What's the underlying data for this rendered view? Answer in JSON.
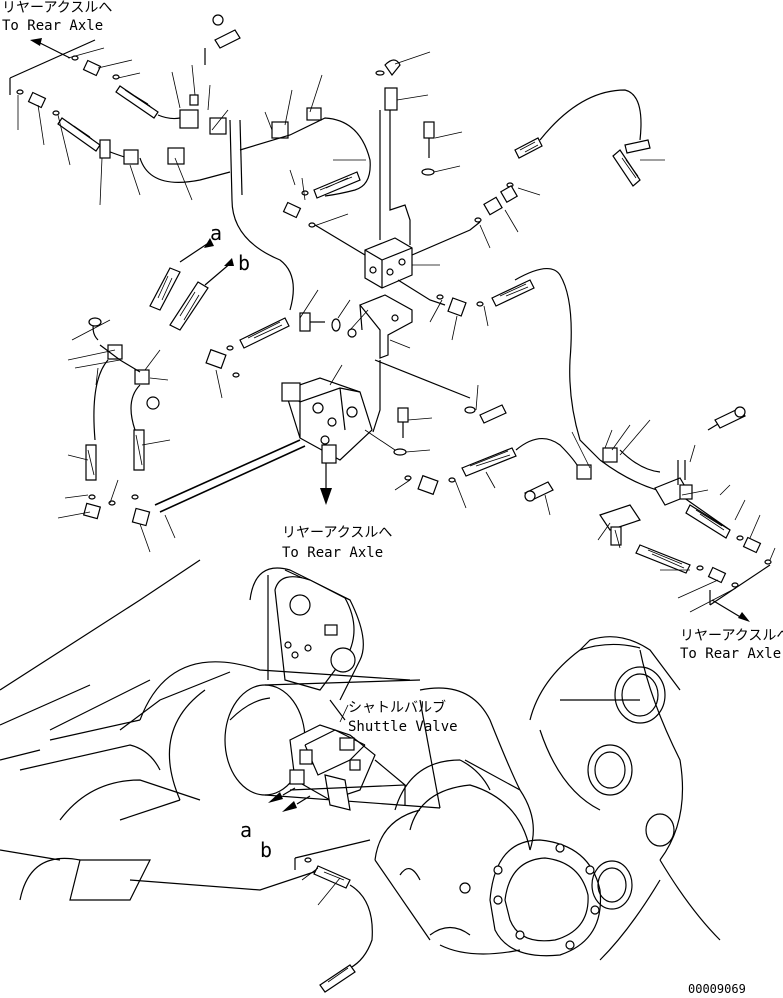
{
  "labels": {
    "rear_axle_top_left_jp": "リヤーアクスルへ",
    "rear_axle_top_left_en": "To Rear Axle",
    "rear_axle_center_jp": "リヤーアクスルへ",
    "rear_axle_center_en": "To Rear Axle",
    "rear_axle_right_jp": "リヤーアクスルへ",
    "rear_axle_right_en": "To Rear Axle",
    "shuttle_valve_jp": "シャトルバルブ",
    "shuttle_valve_en": "Shuttle Valve",
    "port_a_top": "a",
    "port_b_top": "b",
    "port_a_bottom": "a",
    "port_b_bottom": "b",
    "drawing_number": "00009069"
  }
}
